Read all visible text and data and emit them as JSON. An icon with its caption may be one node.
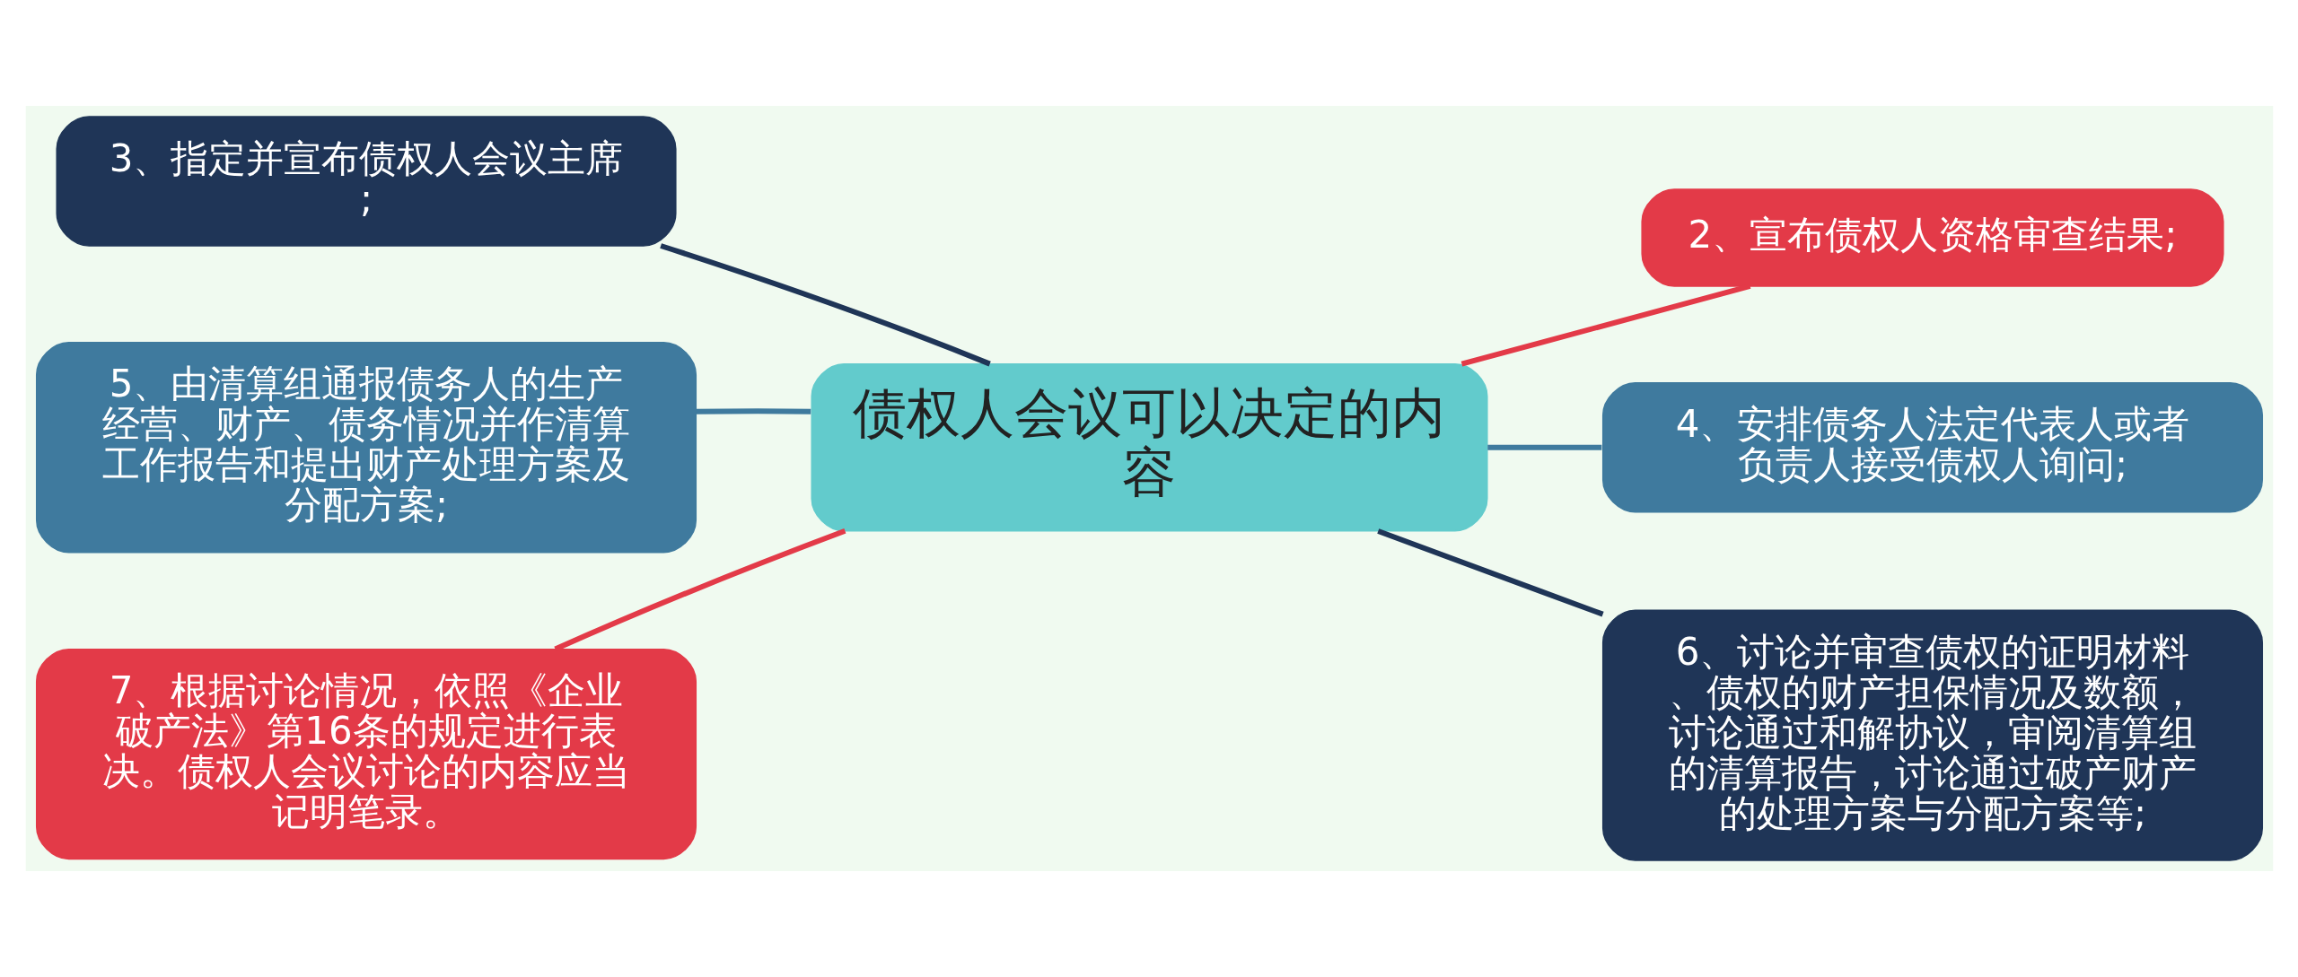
{
  "diagram": {
    "nodes": [
      {
        "text": [
          "债权人会议可以决定的内容"
        ]
      },
      {
        "text": [
          "3、指定并宣布债权人会议主席;"
        ]
      },
      {
        "text": [
          "5、由清算组通报债务人的生产经营、财产、债务情况并作清算工作报告和提出财产处理方案及分配方案;"
        ]
      },
      {
        "text": [
          "7、根据讨论情况，依照《企业破产法》第16条的规定进行表决。债权人会议讨论的内容应当记明笔录。"
        ]
      },
      {
        "text": [
          "2、宣布债权人资格审查结果;"
        ]
      },
      {
        "text": [
          "4、安排债务人法定代表人或者负责人接受债权人询问;"
        ]
      },
      {
        "text": [
          "6、讨论并审查债权的证明材料、债权的财产担保情况及数额，讨论通过和解协议，审阅清算组的清算报告，讨论通过破产财产的处理方案与分配方案等;"
        ]
      }
    ],
    "edges": [
      {
        "from": 0,
        "to": 1,
        "arrow": "none",
        "color": "#1f3557"
      },
      {
        "from": 0,
        "to": 2,
        "arrow": "none",
        "color": "#3f7a9e"
      },
      {
        "from": 0,
        "to": 3,
        "arrow": "none",
        "color": "#e33a48"
      },
      {
        "from": 0,
        "to": 4,
        "arrow": "none",
        "color": "#e33a48"
      },
      {
        "from": 0,
        "to": 5,
        "arrow": "none",
        "color": "#3f7a9e"
      },
      {
        "from": 0,
        "to": 6,
        "arrow": "none",
        "color": "#1f3557"
      }
    ]
  }
}
